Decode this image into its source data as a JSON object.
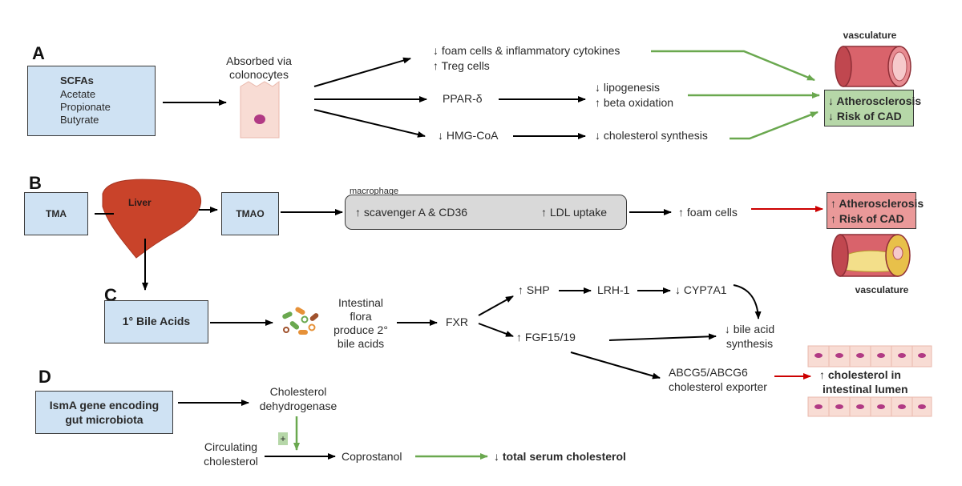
{
  "sections": {
    "a": "A",
    "b": "B",
    "c": "C",
    "d": "D"
  },
  "panel_a": {
    "scfa_title": "SCFAs",
    "scfa_list": [
      "Acetate",
      "Propionate",
      "Butyrate"
    ],
    "absorbed": [
      "Absorbed via",
      "colonocytes"
    ],
    "foam_down": "↓ foam cells & inflammatory cytokines",
    "treg_up": "↑ Treg cells",
    "ppar": "PPAR-δ",
    "lipogenesis": "↓ lipogenesis",
    "beta_ox": "↑ beta oxidation",
    "hmg": "↓ HMG-CoA",
    "chol_synth": "↓ cholesterol synthesis",
    "vasculature": "vasculature",
    "outcome": [
      "↓ Atherosclerosis",
      "↓ Risk of CAD"
    ]
  },
  "panel_b": {
    "tma": "TMA",
    "liver": "Liver",
    "tmao": "TMAO",
    "macrophage": "macrophage",
    "scavenger": "↑ scavenger A & CD36",
    "ldl": "↑ LDL uptake",
    "foam_up": "↑ foam cells",
    "outcome": [
      "↑ Atherosclerosis",
      "↑ Risk of CAD"
    ],
    "vasculature": "vasculature"
  },
  "panel_c": {
    "bile_acids": "1° Bile Acids",
    "flora": [
      "Intestinal",
      "flora",
      "produce 2°",
      "bile acids"
    ],
    "fxr": "FXR",
    "shp": "↑ SHP",
    "lrh": "LRH-1",
    "cyp": "↓ CYP7A1",
    "fgf": "↑ FGF15/19",
    "bile_synth": [
      "↓ bile acid",
      "synthesis"
    ],
    "abcg": [
      "ABCG5/ABCG6",
      "cholesterol exporter"
    ],
    "lumen": [
      "↑ cholesterol in",
      "intestinal lumen"
    ]
  },
  "panel_d": {
    "gene": [
      "IsmA gene encoding",
      "gut microbiota"
    ],
    "dehydrogenase": [
      "Cholesterol",
      "dehydrogenase"
    ],
    "plus": "+",
    "circulating": [
      "Circulating",
      "cholesterol"
    ],
    "coprostanol": "Coprostanol",
    "serum": "↓ total serum cholesterol"
  },
  "colors": {
    "arrow_black": "#000000",
    "arrow_green": "#6aa84f",
    "arrow_red": "#cc0000",
    "liver": "#c9432a",
    "blue_box": "#cfe2f3",
    "green_box": "#b6d7a8",
    "red_box": "#ea9999"
  }
}
